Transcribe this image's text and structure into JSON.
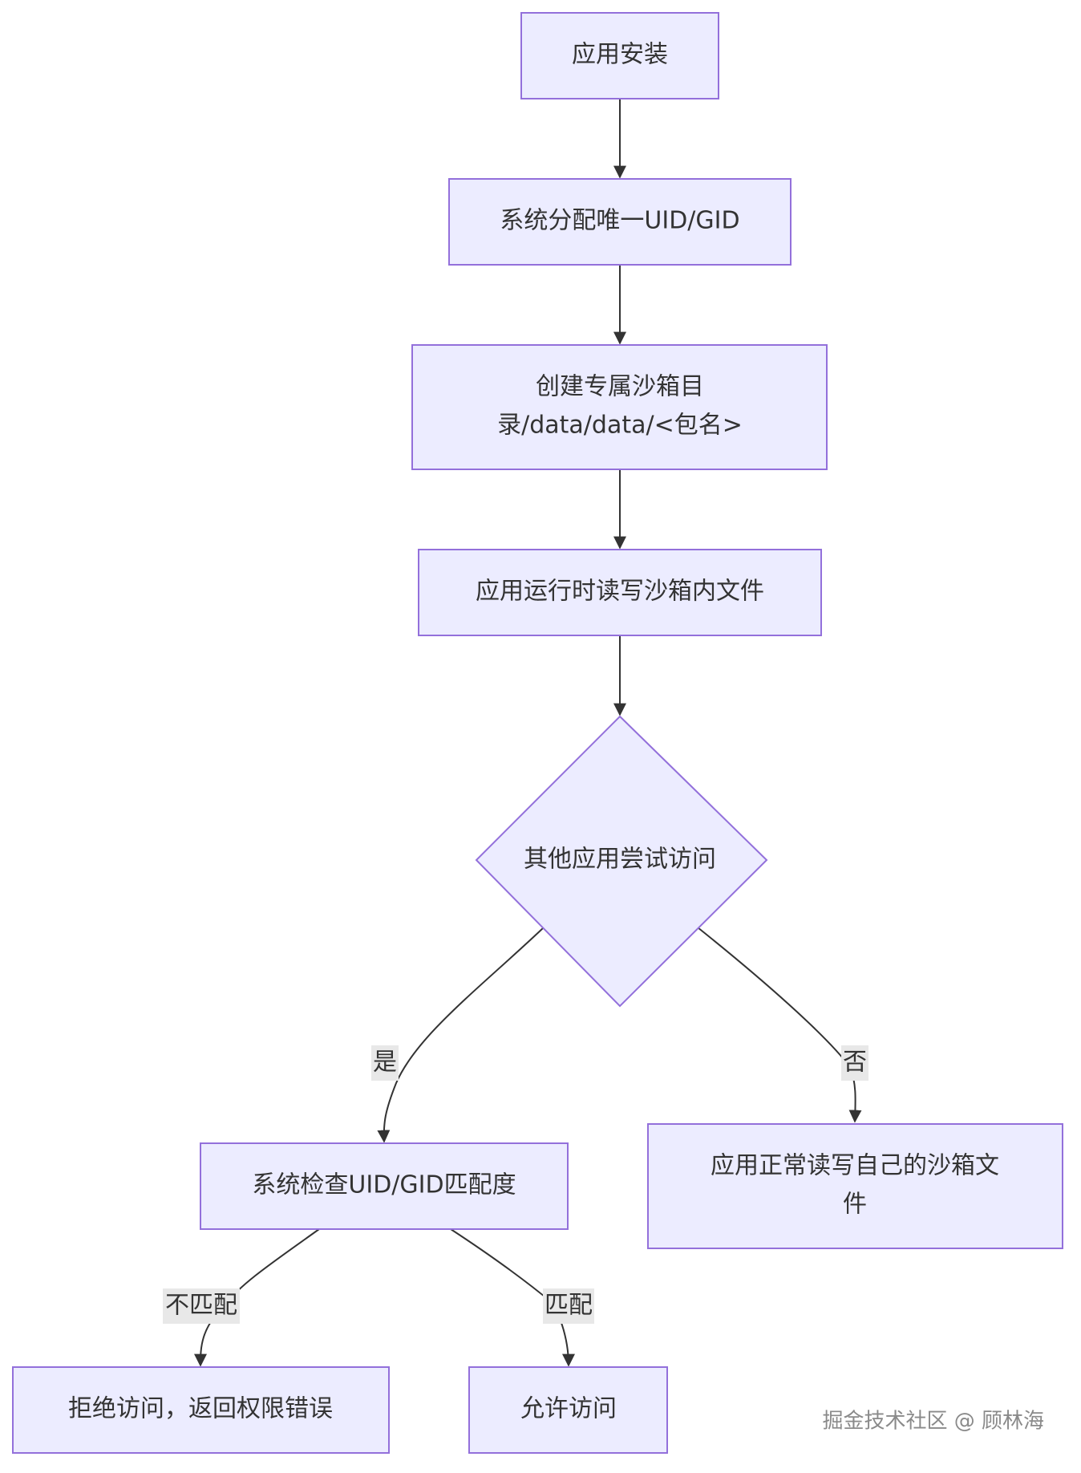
{
  "nodes": {
    "install": "应用安装",
    "assign_uid": "系统分配唯一UID/GID",
    "create_sandbox_line1": "创建专属沙箱目",
    "create_sandbox_line2": "录/data/data/<包名>",
    "runtime_rw": "应用运行时读写沙箱内文件",
    "other_access": "其他应用尝试访问",
    "check_uid": "系统检查UID/GID匹配度",
    "normal_rw_line1": "应用正常读写自己的沙箱文",
    "normal_rw_line2": "件",
    "deny": "拒绝访问，返回权限错误",
    "allow": "允许访问"
  },
  "edge_labels": {
    "yes": "是",
    "no": "否",
    "mismatch": "不匹配",
    "match": "匹配"
  },
  "watermark": "掘金技术社区 @ 顾林海",
  "colors": {
    "node_fill": "#ECECFF",
    "node_stroke": "#9370DB",
    "edge": "#333333",
    "label_bg": "#e8e8e8",
    "text": "#333333"
  }
}
